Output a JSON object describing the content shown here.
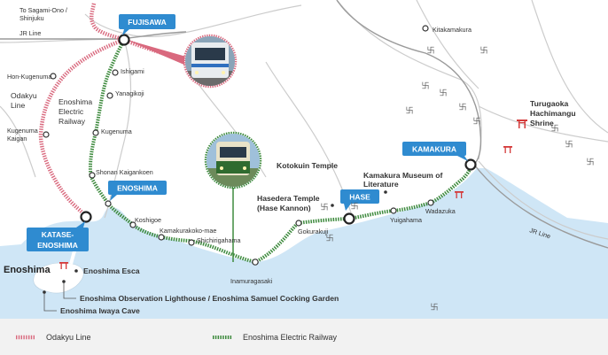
{
  "colors": {
    "sea": "#cfe6f6",
    "land": "#ffffff",
    "road": "#c9c9c9",
    "odakyu": "#d9697e",
    "enoden": "#3d8a3d",
    "callout": "#2f8bd0",
    "shrine_red": "#d43a3a"
  },
  "top_note": [
    "To Sagami-Ono /",
    "Shinjuku"
  ],
  "jr_line_top": "JR Line",
  "jr_line_bottom": "JR Line",
  "callouts": {
    "fujisawa": "FUJISAWA",
    "enoshima": "ENOSHIMA",
    "katase": [
      "KATASE-",
      "ENOSHIMA"
    ],
    "hase": "HASE",
    "kamakura": "KAMAKURA"
  },
  "stations": {
    "hon_kugenuma": "Hon-Kugenuma",
    "ishigami": "Ishigami",
    "yanagikoji": "Yanagikoji",
    "kugenuma": "Kugenuma",
    "shonan_kaigankoen": "Shonan Kaigankoen",
    "kugenuma_kaigan": [
      "Kugenuma",
      "Kaigan"
    ],
    "koshigoe": "Koshigoe",
    "kamakurakoko_mae": "Kamakurakoko-mae",
    "shichirigahama": "Shichirigahama",
    "inamuragasaki": "Inamuragasaki",
    "gokurakuji": "Gokurakuji",
    "yuigahama": "Yuigahama",
    "wadazuka": "Wadazuka",
    "kitakamakura": "Kitakamakura"
  },
  "line_labels": {
    "odakyu": [
      "Odakyu",
      "Line"
    ],
    "enoden": [
      "Enoshima",
      "Electric",
      "Railway"
    ]
  },
  "landmarks": {
    "kotokuin": "Kotokuin Temple",
    "museum": [
      "Kamakura Museum of",
      "Literature"
    ],
    "hasedera": [
      "Hasedera Temple",
      "(Hase Kannon)"
    ],
    "turugaoka": [
      "Turugaoka",
      "Hachimangu",
      "Shrine"
    ],
    "enoshima_island": "Enoshima",
    "enoshima_esca": "Enoshima Esca",
    "lighthouse": "Enoshima Observation Lighthouse / Enoshima Samuel Cocking Garden",
    "iwaya": "Enoshima Iwaya Cave"
  },
  "temple_icon": "temple-symbol-icon",
  "legend": {
    "odakyu": "Odakyu Line",
    "enoden": "Enoshima Electric Railway"
  }
}
